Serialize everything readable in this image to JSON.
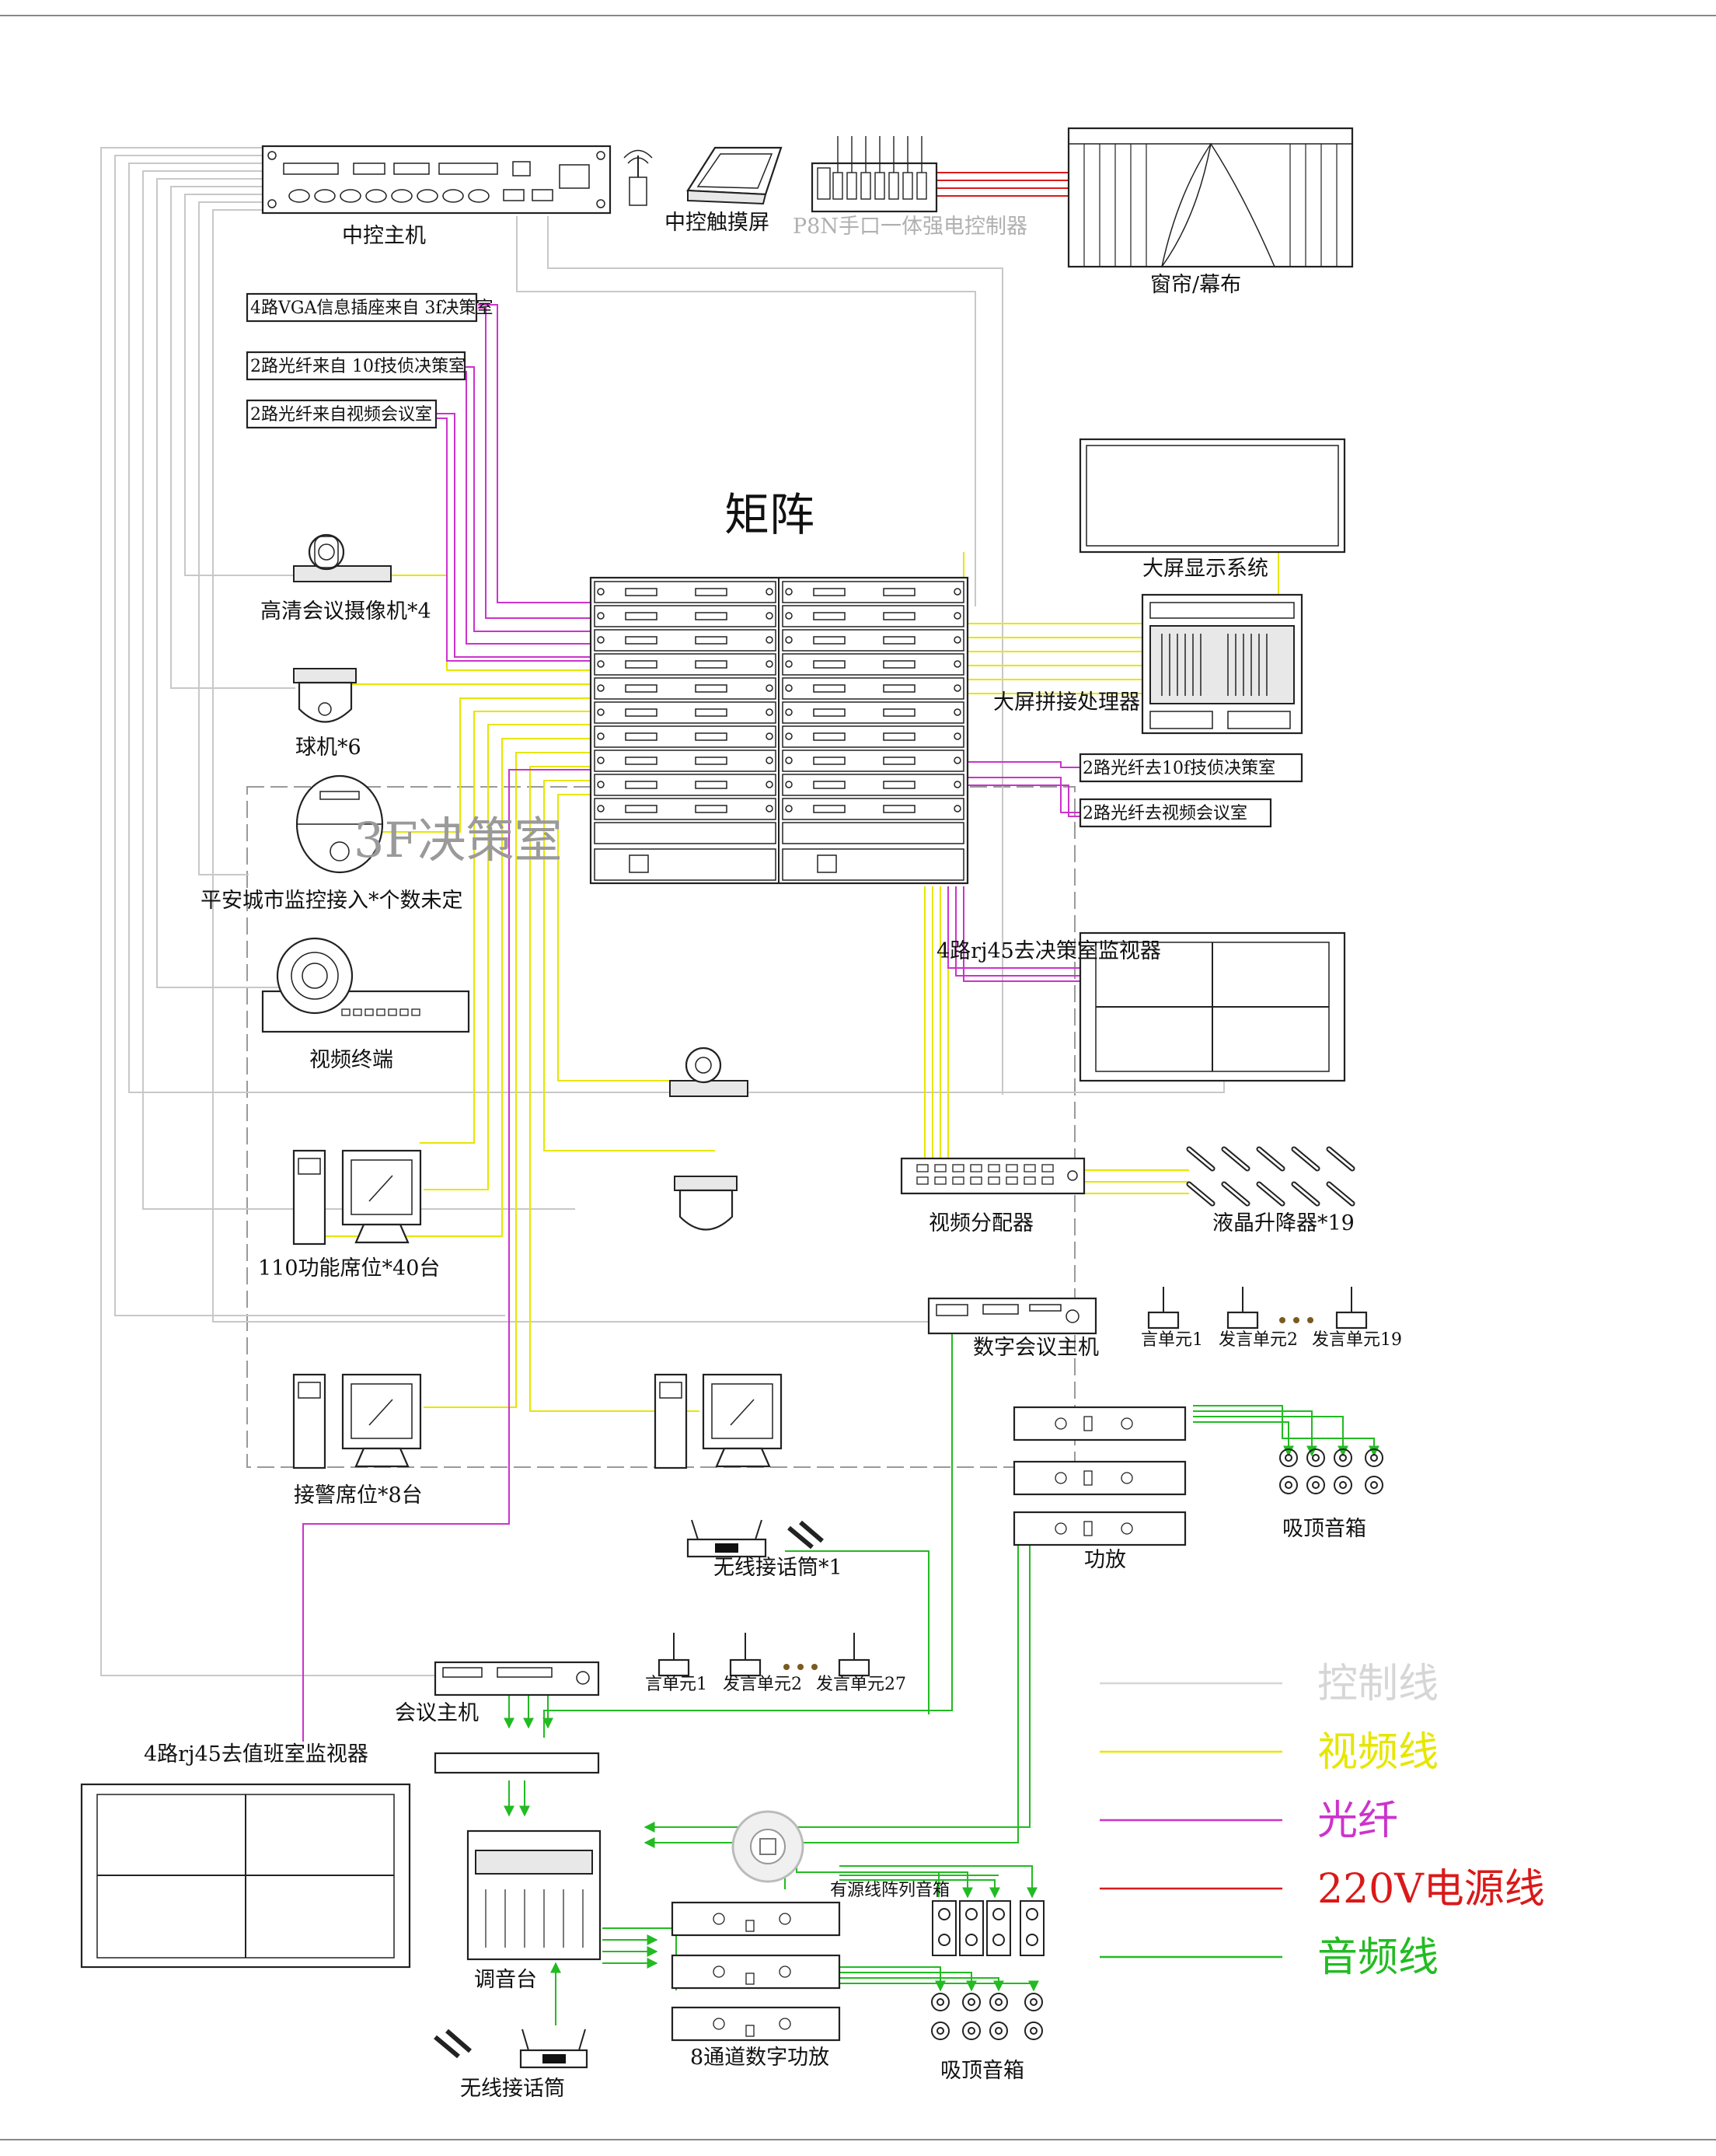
{
  "labels": {
    "central_host": "中控主机",
    "touch_screen": "中控触摸屏",
    "power_controller": "P8N手口一体强电控制器",
    "curtain": "窗帘/幕布",
    "vga_input": "4路VGA信息插座来自 3f决策室",
    "fiber_in_10f": "2路光纤来自 10f技侦决策室",
    "fiber_in_video_conf": "2路光纤来自视频会议室",
    "matrix": "矩阵",
    "big_screen_display": "大屏显示系统",
    "hd_camera": "高清会议摄像机*4",
    "dome_camera": "球机*6",
    "splice_processor": "大屏拼接处理器",
    "fiber_out_10f": "2路光纤去10f技侦决策室",
    "fiber_out_video_conf": "2路光纤去视频会议室",
    "room_3f": "3F决策室",
    "safe_city": "平安城市监控接入*个数未定",
    "rj45_to_decision_monitor": "4路rj45去决策室监视器",
    "video_terminal": "视频终端",
    "video_distributor": "视频分配器",
    "lcd_lifter": "液晶升降器*19",
    "seat_110": "110功能席位*40台",
    "digital_conf_host": "数字会议主机",
    "speak_unit_1_top": "言单元1",
    "speak_unit_2_top": "发言单元2",
    "speak_unit_19": "发言单元19",
    "alarm_seat": "接警席位*8台",
    "ceiling_speaker_top": "吸顶音箱",
    "amplifier": "功放",
    "wireless_mic_1": "无线接话筒*1",
    "speak_unit_1_bottom": "言单元1",
    "speak_unit_2_bottom": "发言单元2",
    "speak_unit_27": "发言单元27",
    "conf_host": "会议主机",
    "rj45_to_duty_monitor": "4路rj45去值班室监视器",
    "active_line_array": "有源线阵列音箱",
    "mixer": "调音台",
    "eight_ch_amp": "8通道数字功放",
    "ceiling_speaker_bottom": "吸顶音箱",
    "wireless_mic": "无线接话筒"
  },
  "legend": [
    {
      "label": "控制线",
      "color": "#d6d6d6"
    },
    {
      "label": "视频线",
      "color": "#e6e600"
    },
    {
      "label": "光纤",
      "color": "#cc33cc"
    },
    {
      "label": "220V电源线",
      "color": "#d91a1a"
    },
    {
      "label": "音频线",
      "color": "#22bb22"
    }
  ]
}
